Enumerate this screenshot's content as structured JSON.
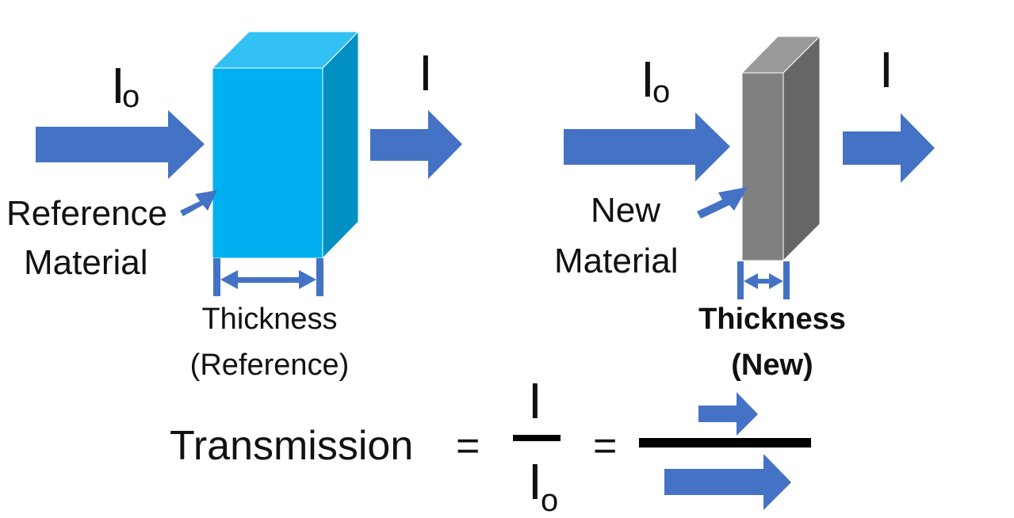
{
  "reference": {
    "intensity_in": "I",
    "intensity_in_subscript": "o",
    "intensity_out": "I",
    "material_label_line1": "Reference",
    "material_label_line2": "Material",
    "thickness_line1": "Thickness",
    "thickness_line2": "(Reference)",
    "block_colors": {
      "front": "#00b0f0",
      "top": "#33c1f3",
      "side": "#0090c2"
    }
  },
  "new_material": {
    "intensity_in": "I",
    "intensity_in_subscript": "o",
    "intensity_out": "I",
    "material_label_line1": "New",
    "material_label_line2": "Material",
    "thickness_line1": "Thickness",
    "thickness_line2": "(New)",
    "block_colors": {
      "front": "#808080",
      "top": "#9a9a9a",
      "side": "#666666"
    }
  },
  "equation": {
    "lhs": "Transmission",
    "equals_1": "=",
    "numerator": "I",
    "denominator": "I",
    "denominator_subscript": "o",
    "equals_2": "="
  },
  "colors": {
    "arrow": "#4472c4",
    "text": "#111111",
    "line": "#000000"
  }
}
